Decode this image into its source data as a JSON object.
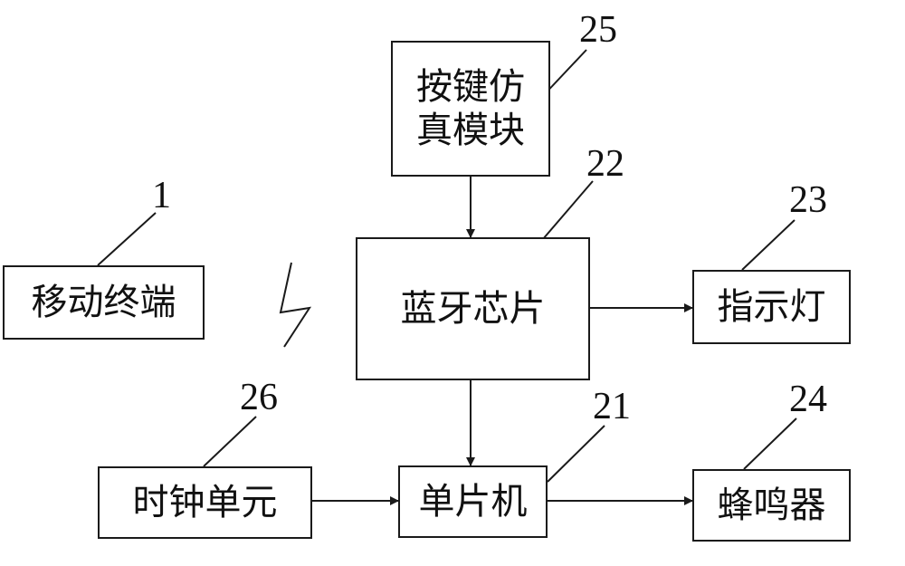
{
  "blocks": {
    "key_sim": {
      "line1": "按键仿",
      "line2": "真模块",
      "ref": "25"
    },
    "bluetooth": {
      "label": "蓝牙芯片",
      "ref": "22"
    },
    "indicator": {
      "label": "指示灯",
      "ref": "23"
    },
    "mobile": {
      "label": "移动终端",
      "ref": "1"
    },
    "clock": {
      "label": "时钟单元",
      "ref": "26"
    },
    "mcu": {
      "label": "单片机",
      "ref": "21"
    },
    "buzzer": {
      "label": "蜂鸣器",
      "ref": "24"
    }
  },
  "colors": {
    "line": "#1a1a1a",
    "background": "#ffffff"
  }
}
